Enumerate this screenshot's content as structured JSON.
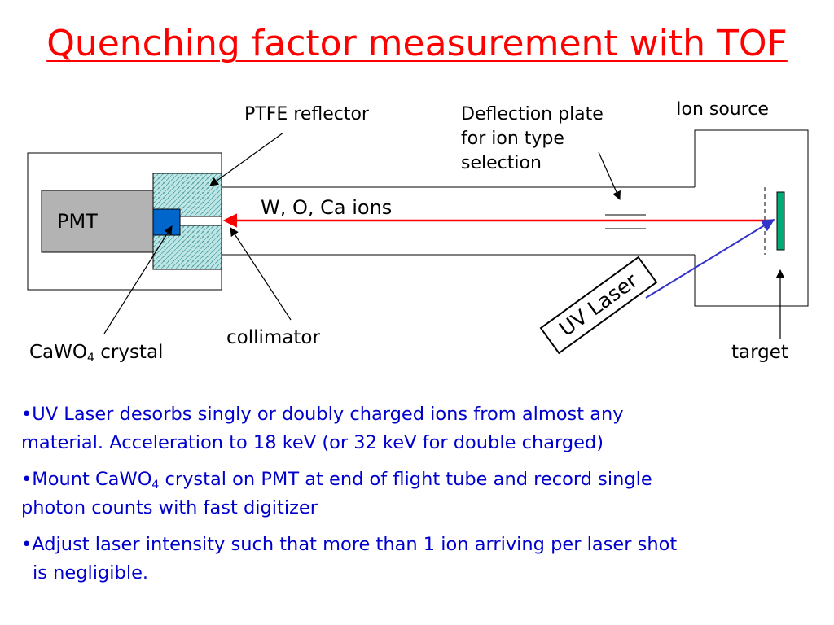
{
  "title": "Quenching factor measurement with TOF",
  "labels": {
    "ptfe": "PTFE reflector",
    "deflection_line1": "Deflection plate",
    "deflection_line2": "for ion type",
    "deflection_line3": "selection",
    "ion_source": "Ion source",
    "ions": "W, O, Ca ions",
    "pmt": "PMT",
    "crystal_prefix": "CaWO",
    "crystal_sub": "4",
    "crystal_suffix": " crystal",
    "collimator": "collimator",
    "target": "target",
    "uv_laser": "UV Laser"
  },
  "bullets": {
    "b1_line1": "UV Laser desorbs singly or doubly charged ions from almost any",
    "b1_line2": "material.  Acceleration to 18 keV (or 32 keV for double charged)",
    "b2_prefix": "Mount CaWO",
    "b2_sub": "4",
    "b2_suffix": " crystal on PMT at end of flight tube and record single",
    "b2_line2": "photon counts with fast digitizer",
    "b3_line1": "Adjust laser intensity such that more than 1 ion arriving per laser shot",
    "b3_line2": "is negligible.",
    "marker": "•"
  },
  "colors": {
    "title": "#ff0000",
    "bullet_text": "#0000cc",
    "ion_beam": "#ff0000",
    "laser_beam": "#3333cc",
    "crystal": "#0066cc",
    "target": "#00aa77",
    "reflector": "#aadddd",
    "pmt": "#b3b3b3"
  }
}
